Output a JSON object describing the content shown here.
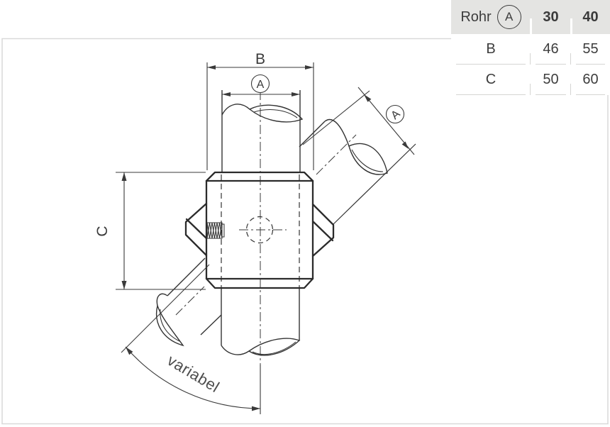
{
  "table": {
    "header": {
      "rohr_label": "Rohr",
      "rohr_symbol": "A",
      "size_1": "30",
      "size_2": "40"
    },
    "rows": [
      {
        "label": "B",
        "size_1": "46",
        "size_2": "55"
      },
      {
        "label": "C",
        "size_1": "50",
        "size_2": "60"
      }
    ]
  },
  "drawing": {
    "dim_width_label": "B",
    "dim_pipe_top_label": "A",
    "dim_height_label": "C",
    "dim_pipe_diagonal_label": "A",
    "angle_label": "variabel"
  },
  "colors": {
    "line": "#333333",
    "table_header_bg": "#e4e4e2",
    "frame_border": "#d9d9d9",
    "angle_text": "#4d4d4d"
  }
}
